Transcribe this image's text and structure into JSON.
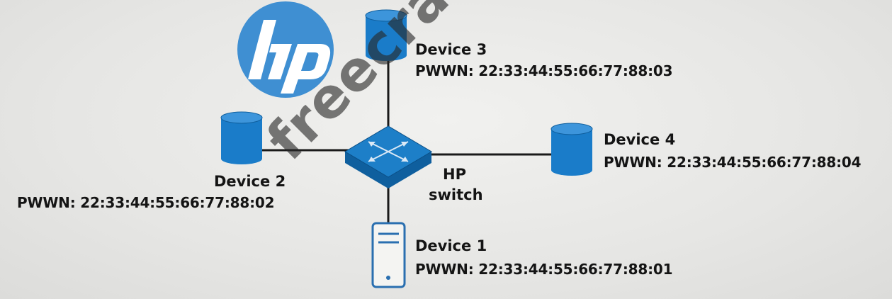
{
  "logo": {
    "text": "hp",
    "color": "#3f8fd2"
  },
  "switch": {
    "label_line1": "HP",
    "label_line2": "switch",
    "color": "#1d7fc8"
  },
  "devices": [
    {
      "id": "device-1",
      "name": "Device 1",
      "pwwn": "PWWN: 22:33:44:55:66:77:88:01",
      "type": "server"
    },
    {
      "id": "device-2",
      "name": "Device 2",
      "pwwn": "PWWN: 22:33:44:55:66:77:88:02",
      "type": "storage"
    },
    {
      "id": "device-3",
      "name": "Device 3",
      "pwwn": "PWWN: 22:33:44:55:66:77:88:03",
      "type": "storage"
    },
    {
      "id": "device-4",
      "name": "Device 4",
      "pwwn": "PWWN: 22:33:44:55:66:77:88:04",
      "type": "storage"
    }
  ],
  "watermark": {
    "text": "freecram.net"
  },
  "colors": {
    "device_blue": "#1a7cc9",
    "device_blue_dark": "#0f5f9e",
    "line": "#1a1a1a",
    "server_outline": "#2a6fb0"
  }
}
